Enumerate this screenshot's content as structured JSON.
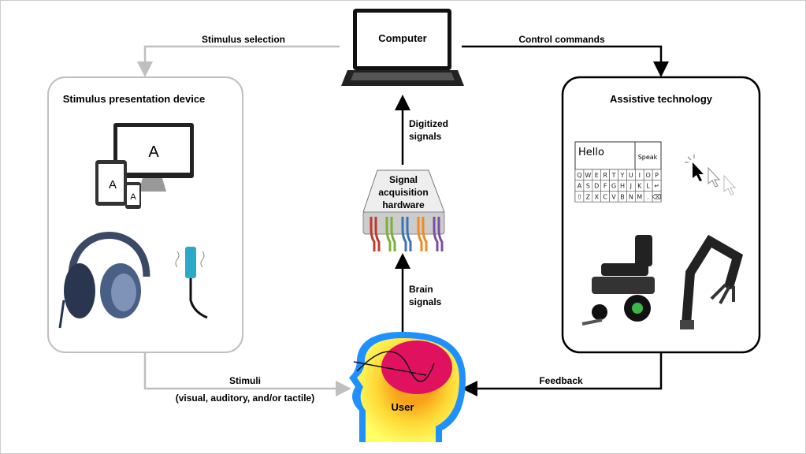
{
  "computer": {
    "label": "Computer"
  },
  "arrows": {
    "stimulus_selection": "Stimulus selection",
    "control_commands": "Control commands",
    "digitized_signals": [
      "Digitized",
      "signals"
    ],
    "brain_signals": [
      "Brain",
      "signals"
    ],
    "stimuli": "Stimuli",
    "stimuli_detail": "(visual, auditory, and/or tactile)",
    "feedback": "Feedback"
  },
  "hardware": {
    "label": [
      "Signal",
      "acquisition",
      "hardware"
    ],
    "cable_colors": [
      "#c0392b",
      "#7cae3a",
      "#3a72b8",
      "#f08a1e",
      "#7b4f9e"
    ]
  },
  "stimulus_device": {
    "title": "Stimulus presentation device",
    "screen_letter": "A"
  },
  "assistive": {
    "title": "Assistive technology",
    "text_field": "Hello",
    "speak_button": "Speak",
    "keyboard_rows": [
      [
        "Q",
        "W",
        "E",
        "R",
        "T",
        "Y",
        "U",
        "I",
        "O",
        "P"
      ],
      [
        "A",
        "S",
        "D",
        "F",
        "G",
        "H",
        "J",
        "K",
        "L",
        "↵"
      ],
      [
        "⇧",
        "Z",
        "X",
        "C",
        "V",
        "B",
        "N",
        "M",
        ".",
        "⌫"
      ]
    ]
  },
  "user": {
    "label": "User"
  },
  "colors": {
    "gray_arrow": "#bfbfbf",
    "black_arrow": "#000000",
    "head_outer": "#ffef3a",
    "head_mid": "#f7a21b",
    "brain": "#e0115f",
    "face": "#1e90ff"
  }
}
